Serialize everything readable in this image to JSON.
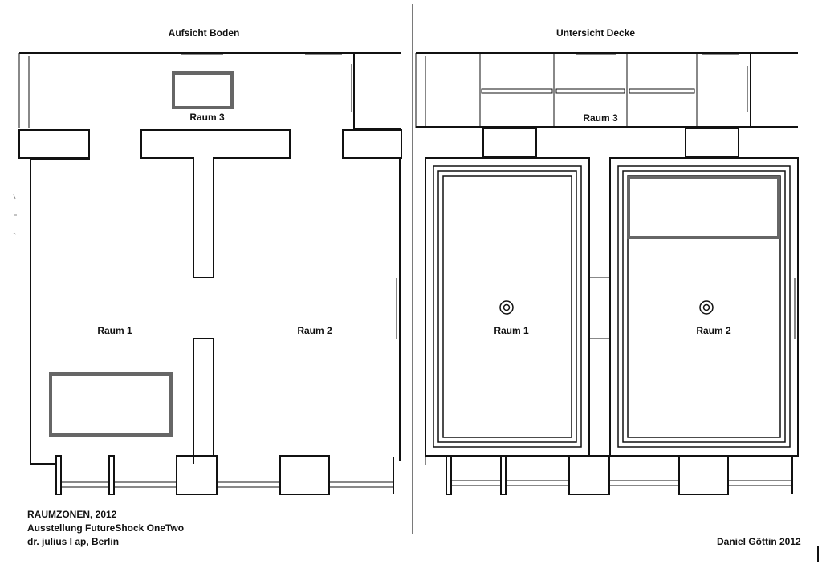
{
  "floor_plan": {
    "title": "Aufsicht Boden",
    "rooms": {
      "room3": "Raum 3",
      "room1": "Raum 1",
      "room2": "Raum 2"
    }
  },
  "ceiling_plan": {
    "title": "Untersicht Decke",
    "rooms": {
      "room3": "Raum 3",
      "room1": "Raum 1",
      "room2": "Raum 2"
    }
  },
  "caption": {
    "line1": "RAUMZONEN, 2012",
    "line2": "Ausstellung FutureShock OneTwo",
    "line3": "dr. julius l ap, Berlin"
  },
  "author": "Daniel Göttin 2012",
  "colors": {
    "line": "#111111",
    "zone_outline": "#666666"
  }
}
